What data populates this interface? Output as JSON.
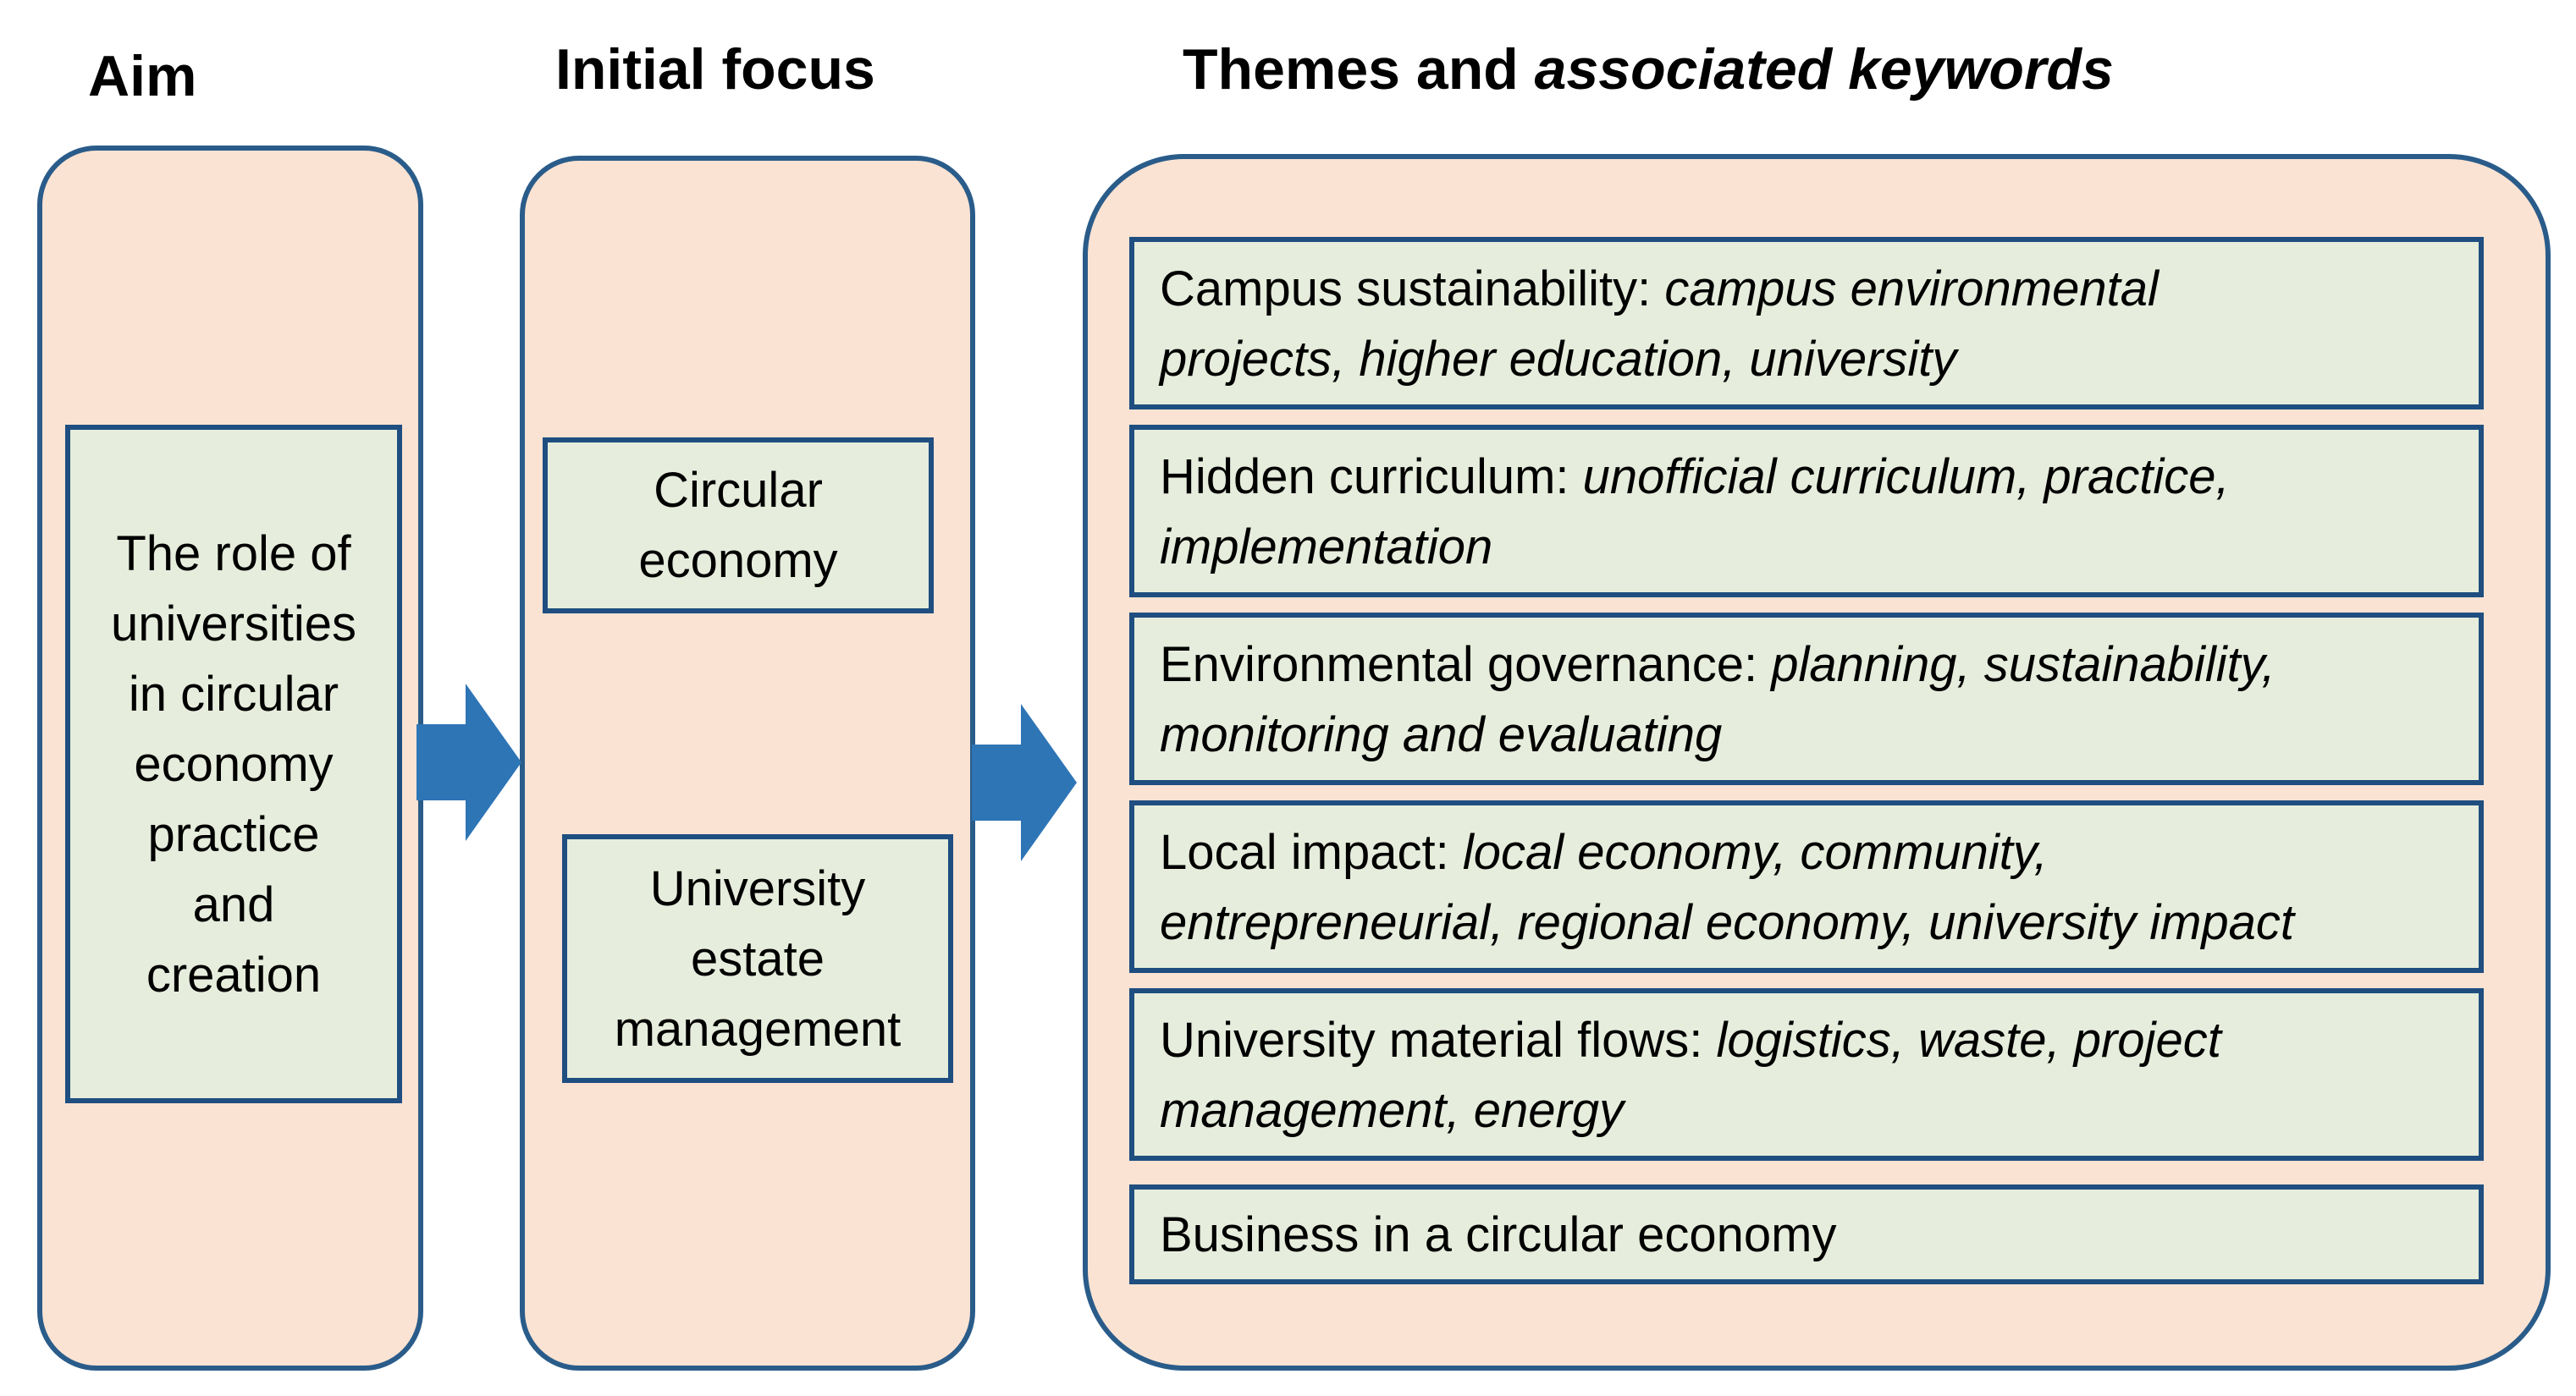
{
  "headings": {
    "aim": "Aim",
    "initial_focus": "Initial focus",
    "themes_plain": "Themes and ",
    "themes_italic": "associated keywords"
  },
  "aim": {
    "text_lines": [
      "The role of",
      "universities",
      "in circular",
      "economy",
      "practice",
      "and",
      "creation"
    ]
  },
  "initial_focus": {
    "box1_lines": [
      "Circular",
      "economy"
    ],
    "box2_lines": [
      "University",
      "estate",
      "management"
    ]
  },
  "themes": [
    {
      "theme": "Campus sustainability: ",
      "keywords_line1": "campus environmental",
      "keywords_line2": "projects, higher education, university"
    },
    {
      "theme": "Hidden curriculum: ",
      "keywords_line1": "unofficial curriculum, practice,",
      "keywords_line2": "implementation"
    },
    {
      "theme": "Environmental governance: ",
      "keywords_line1": "planning, sustainability,",
      "keywords_line2": "monitoring and evaluating"
    },
    {
      "theme": "Local impact: ",
      "keywords_line1": "local economy, community,",
      "keywords_line2": "entrepreneurial, regional economy, university impact"
    },
    {
      "theme": "University material flows: ",
      "keywords_line1": "logistics, waste, project",
      "keywords_line2": "management, energy"
    },
    {
      "theme": "Business in a circular economy"
    }
  ],
  "colors": {
    "column_fill": "#fbe3d3",
    "column_border": "#2a5c8a",
    "box_fill": "#e6eddc",
    "box_border": "#1f4e80",
    "arrow": "#2e75b6"
  }
}
